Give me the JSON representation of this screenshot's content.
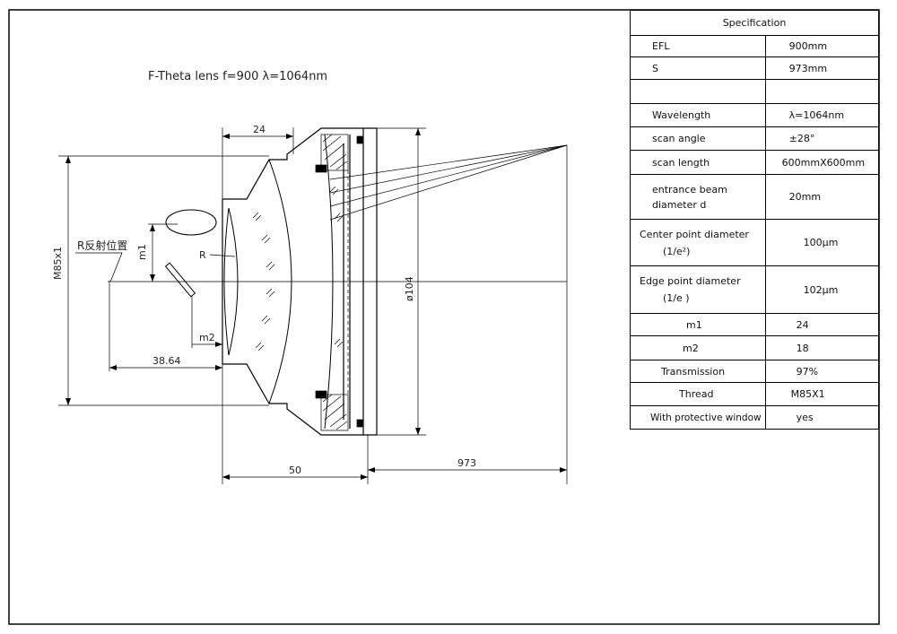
{
  "drawing": {
    "title": "F-Theta lens   f=900     λ=1064nm",
    "labels": {
      "dim_top": "24",
      "dim_left_vertical": "M85x1",
      "mirror_note": "R反射位置",
      "m1": "m1",
      "m2": "m2",
      "radius": "R",
      "dim_38": "38.64",
      "dim_50": "50",
      "dim_973": "973",
      "diameter": "ø104"
    }
  },
  "spec": {
    "title": "Specification",
    "rows": [
      {
        "label": "EFL",
        "value": "900mm"
      },
      {
        "label": "S",
        "value": "973mm"
      },
      {
        "label": "",
        "value": ""
      },
      {
        "label": "Wavelength",
        "value": "λ=1064nm"
      },
      {
        "label": "scan angle",
        "value": "±28°"
      },
      {
        "label": "scan length",
        "value": "600mmX600mm"
      },
      {
        "label": "entrance beam",
        "label2": "diameter d",
        "value": "20mm"
      },
      {
        "label": "Center point diameter",
        "label2": "(1/e²)",
        "value": "100μm"
      },
      {
        "label": "Edge point   diameter",
        "label2": "(1/e )",
        "value": "102μm"
      },
      {
        "label": "m1",
        "value": "24"
      },
      {
        "label": "m2",
        "value": "18"
      },
      {
        "label": "Transmission",
        "value": "97%"
      },
      {
        "label": "Thread",
        "value": "M85X1"
      },
      {
        "label": "With protective window",
        "value": "yes"
      }
    ]
  }
}
